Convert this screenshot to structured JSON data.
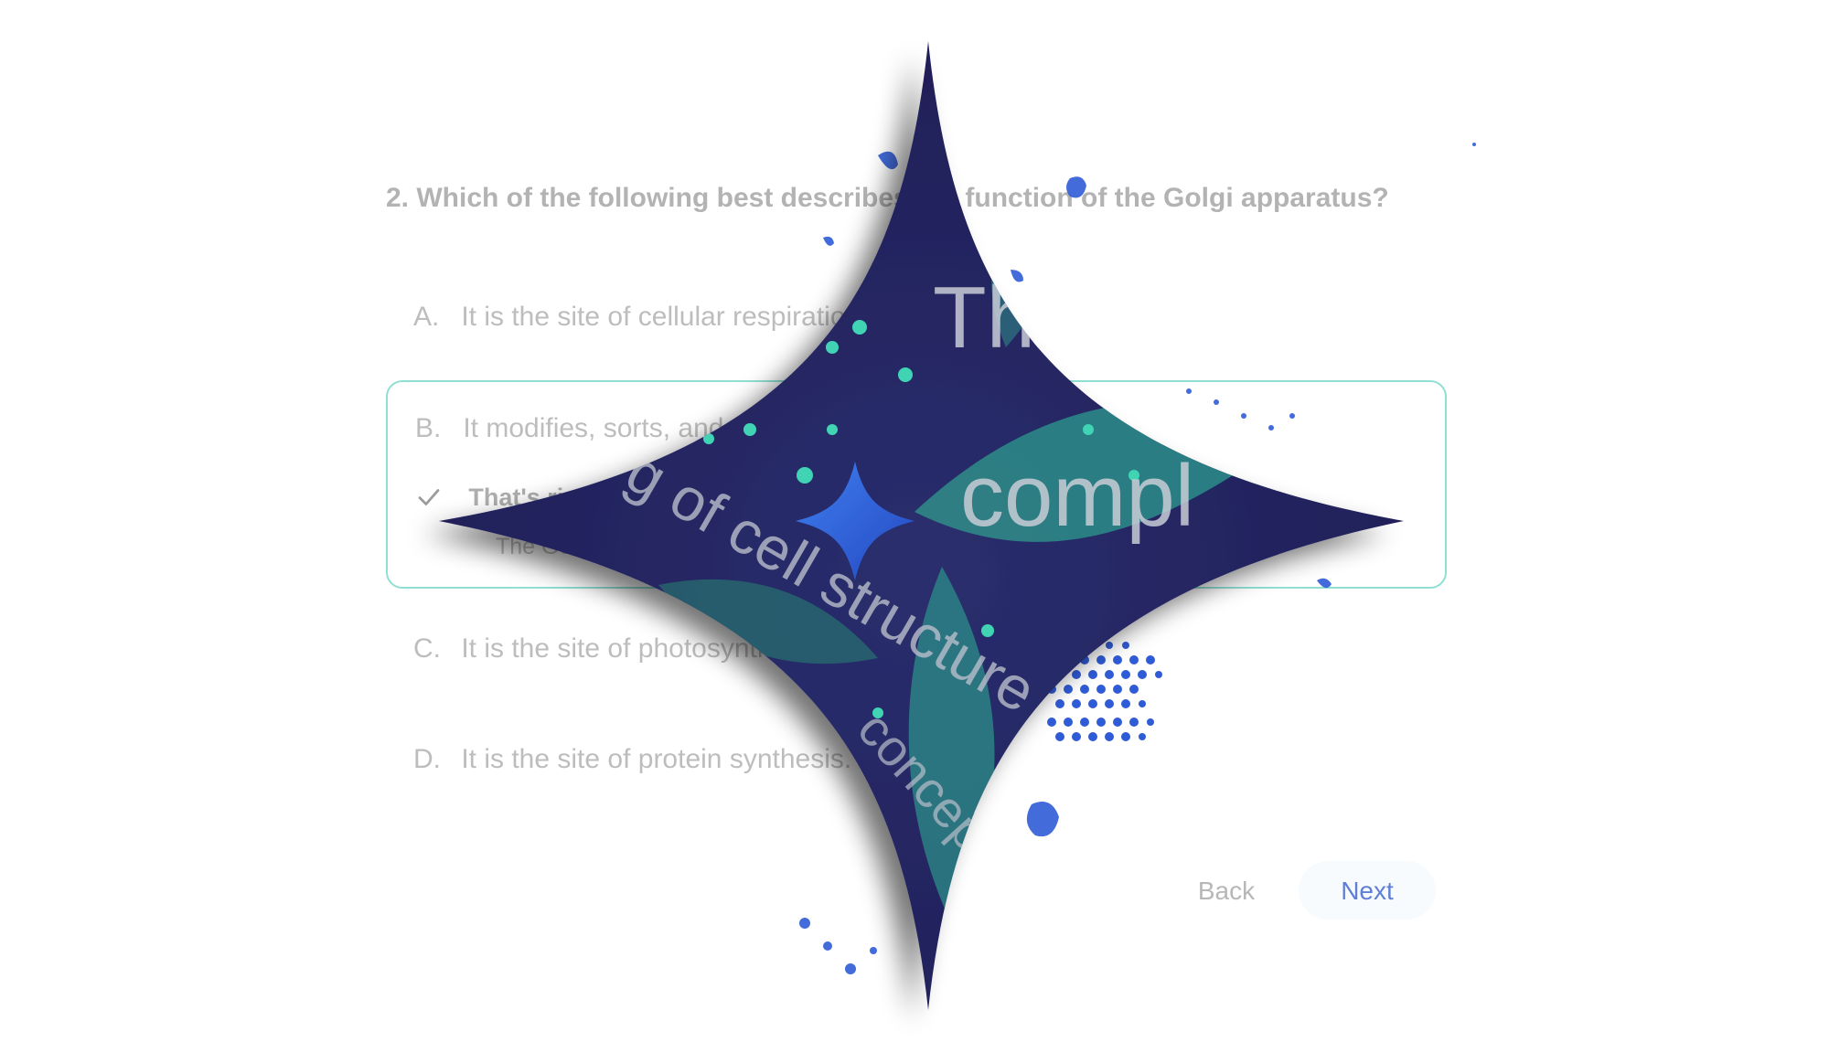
{
  "quiz": {
    "question": "2. Which of the following best describes the function of the Golgi apparatus?",
    "options": [
      {
        "letter": "A.",
        "text": "It is the site of cellular respiration."
      },
      {
        "letter": "B.",
        "text": "It modifies, sorts, and packages proteins and lipids."
      },
      {
        "letter": "C.",
        "text": "It is the site of photosynthesis."
      },
      {
        "letter": "D.",
        "text": "It is the site of protein synthesis."
      }
    ],
    "feedback": {
      "title": "That's right!",
      "text": "The Golgi apparatus acts like a post office for the cell."
    },
    "back_label": "Back",
    "next_label": "Next"
  },
  "artwork": {
    "words": [
      "The",
      "compl",
      "g of cell structure",
      "concep"
    ],
    "colors": {
      "navy": "#23205a",
      "teal": "#2e8d88",
      "mint": "#3fd4b4",
      "blue": "#2f5bd6",
      "selected_border": "#8fe0d2",
      "next_text": "#5f7fd6"
    },
    "icons": [
      "sparkle-star",
      "small-sparkle-icon",
      "check-icon"
    ]
  }
}
